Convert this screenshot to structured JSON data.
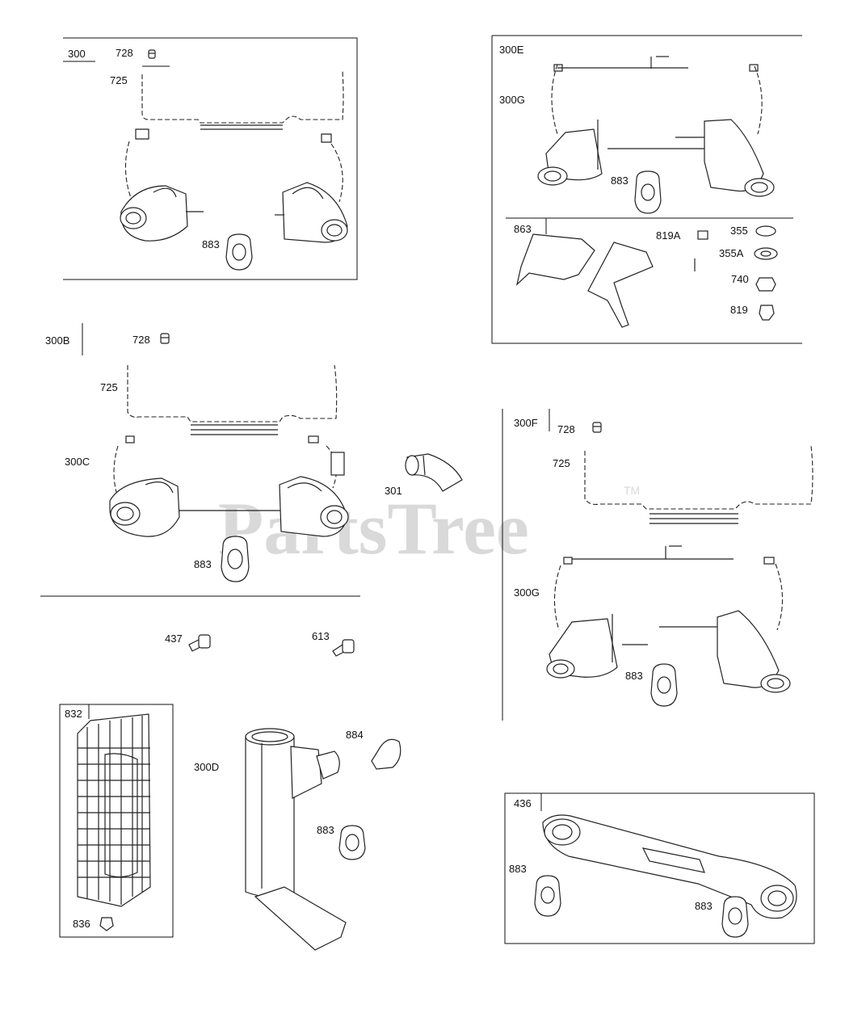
{
  "watermark": {
    "brand": "PartsTree",
    "trademark": "TM"
  },
  "panels": {
    "p300": {
      "title": "300",
      "labels": {
        "screw": "728",
        "heatshield": "725",
        "gasket": "883"
      }
    },
    "p300e": {
      "title": "300E",
      "labels": {
        "muffler": "300G",
        "gasket": "883",
        "bracket": "863",
        "nut": "819A",
        "washer": "355",
        "washer_a": "355A",
        "locknut": "740",
        "nut2": "819"
      }
    },
    "p300b": {
      "title": "300B",
      "labels": {
        "screw": "728",
        "heatshield": "725",
        "muffler": "300C",
        "gasket": "883",
        "deflector": "301"
      }
    },
    "p300f": {
      "title": "300F",
      "labels": {
        "screw": "728",
        "heatshield": "725",
        "muffler": "300G",
        "gasket": "883"
      }
    },
    "hardware": {
      "labels": {
        "screw1": "437",
        "screw2": "613"
      }
    },
    "p832": {
      "title": "832",
      "labels": {
        "screw": "836"
      }
    },
    "p300d": {
      "labels": {
        "muffler": "300D",
        "clamp": "884",
        "gasket": "883"
      }
    },
    "p436": {
      "title": "436",
      "labels": {
        "gasket1": "883",
        "gasket2": "883"
      }
    }
  }
}
